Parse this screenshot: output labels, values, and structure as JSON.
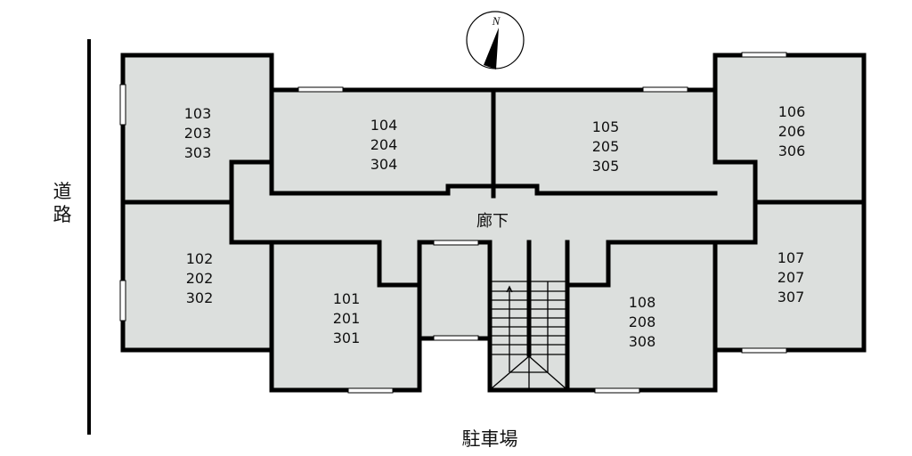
{
  "compass": {
    "label": "N"
  },
  "labels": {
    "corridor": "廊下",
    "parking": "駐車場",
    "road_1": "道",
    "road_2": "路"
  },
  "rooms": {
    "r103": [
      "103",
      "203",
      "303"
    ],
    "r104": [
      "104",
      "204",
      "304"
    ],
    "r105": [
      "105",
      "205",
      "305"
    ],
    "r106": [
      "106",
      "206",
      "306"
    ],
    "r102": [
      "102",
      "202",
      "302"
    ],
    "r101": [
      "101",
      "201",
      "301"
    ],
    "r108": [
      "108",
      "208",
      "308"
    ],
    "r107": [
      "107",
      "207",
      "307"
    ]
  },
  "colors": {
    "floor": "#dcdfdd",
    "wall": "#000000"
  }
}
